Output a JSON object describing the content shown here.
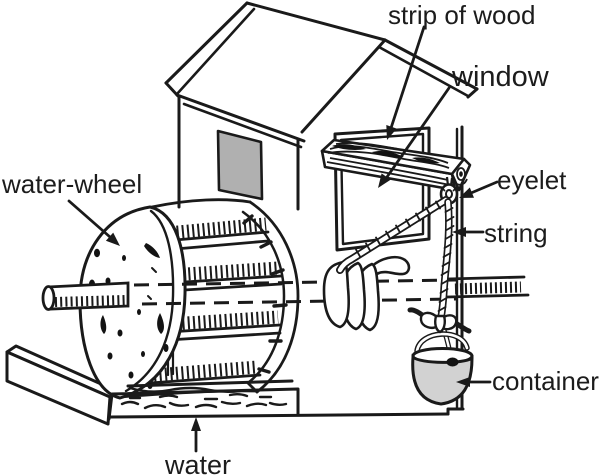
{
  "labels": {
    "strip_of_wood": "strip of wood",
    "window": "window",
    "water_wheel": "water-wheel",
    "eyelet": "eyelet",
    "string": "string",
    "container": "container",
    "water": "water"
  },
  "colors": {
    "line": "#1a1a1a",
    "text": "#1c1c1c",
    "window_fill": "#b0b0b0",
    "container_fill": "#d2d2d2",
    "background": "#ffffff"
  }
}
